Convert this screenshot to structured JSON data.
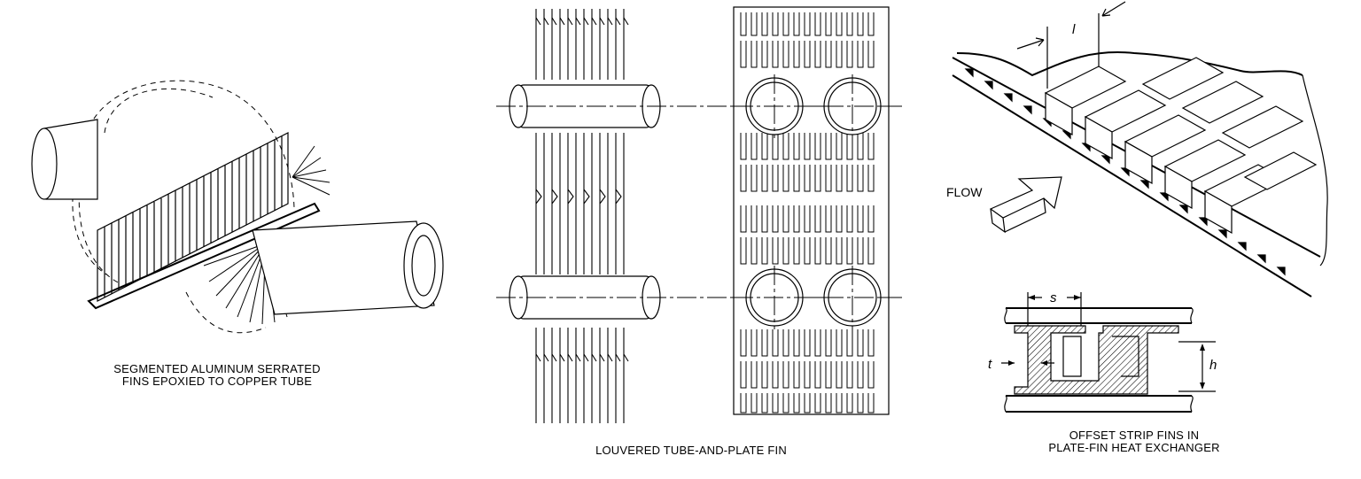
{
  "panels": [
    {
      "caption_line1": "SEGMENTED ALUMINUM SERRATED",
      "caption_line2": "FINS EPOXIED TO COPPER TUBE"
    },
    {
      "caption_line1": "LOUVERED TUBE-AND-PLATE FIN"
    },
    {
      "caption_line1": "OFFSET STRIP FINS IN",
      "caption_line2": "PLATE-FIN HEAT EXCHANGER",
      "flow_label": "FLOW",
      "dim_l": "l",
      "dim_s": "s",
      "dim_t": "t",
      "dim_h": "h"
    }
  ]
}
